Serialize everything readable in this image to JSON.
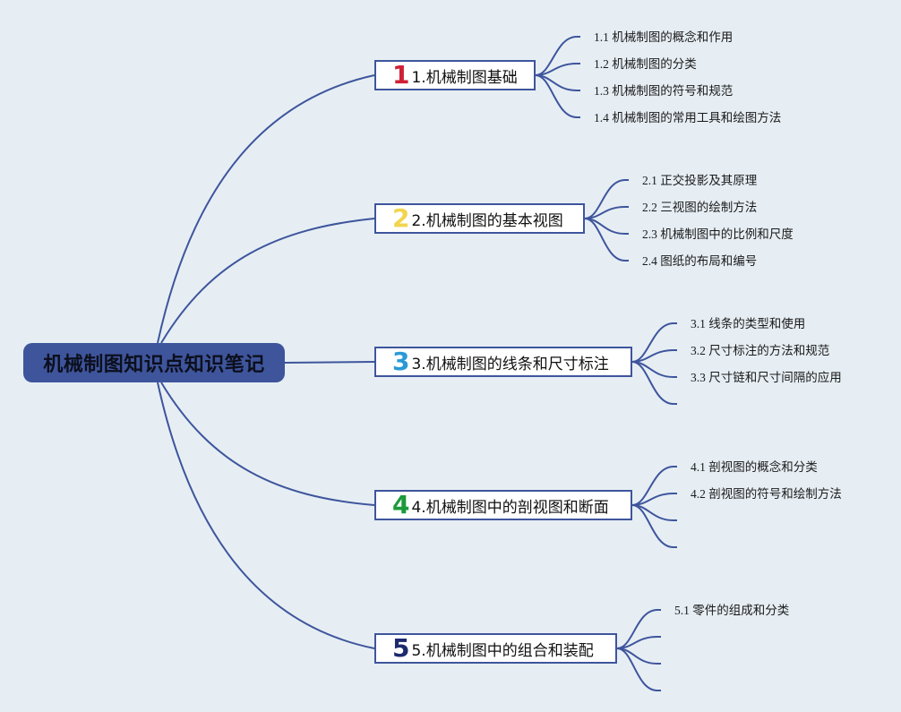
{
  "root": {
    "label": "机械制图知识点知识笔记"
  },
  "branches": [
    {
      "num": "1",
      "num_color": "#cf2036",
      "label": "1.机械制图基础",
      "leaves": [
        "1.1 机械制图的概念和作用",
        "1.2 机械制图的分类",
        "1.3 机械制图的符号和规范",
        "1.4 机械制图的常用工具和绘图方法"
      ]
    },
    {
      "num": "2",
      "num_color": "#f2d54f",
      "label": "2.机械制图的基本视图",
      "leaves": [
        "2.1 正交投影及其原理",
        "2.2 三视图的绘制方法",
        "2.3 机械制图中的比例和尺度",
        "2.4 图纸的布局和编号"
      ]
    },
    {
      "num": "3",
      "num_color": "#2a9ad6",
      "label": "3.机械制图的线条和尺寸标注",
      "leaves": [
        "3.1 线条的类型和使用",
        "3.2 尺寸标注的方法和规范",
        "3.3 尺寸链和尺寸间隔的应用",
        ""
      ]
    },
    {
      "num": "4",
      "num_color": "#1b9a3a",
      "label": "4.机械制图中的剖视图和断面",
      "leaves": [
        "4.1 剖视图的概念和分类",
        "4.2 剖视图的符号和绘制方法",
        "",
        ""
      ]
    },
    {
      "num": "5",
      "num_color": "#1c2a6e",
      "label": "5.机械制图中的组合和装配",
      "leaves": [
        "5.1 零件的组成和分类",
        "",
        "",
        ""
      ]
    }
  ],
  "colors": {
    "line": "#3e559c",
    "root_bg": "#3e559c",
    "background": "#e6eef4"
  }
}
